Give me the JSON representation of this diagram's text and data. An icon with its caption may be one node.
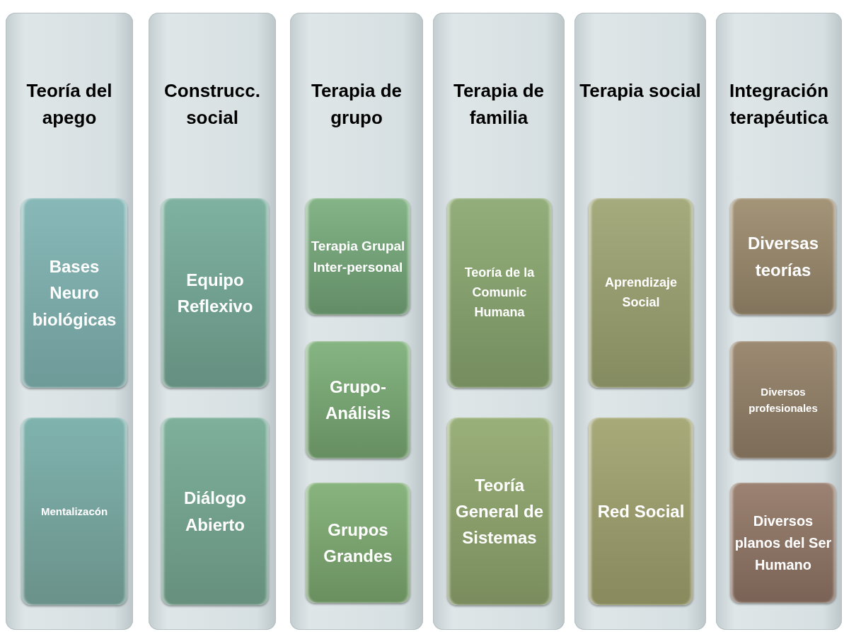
{
  "diagram": {
    "nodes": [
      {
        "text": [
          "Teoría del apego"
        ]
      },
      {
        "text": [
          "Bases Neuro biológicas"
        ],
        "in": 0
      },
      {
        "text": [
          "Mentalizacón"
        ],
        "in": 0
      },
      {
        "text": [
          "Construcc. social"
        ]
      },
      {
        "text": [
          "Equipo Reflexivo"
        ],
        "in": 3
      },
      {
        "text": [
          "Diálogo Abierto"
        ],
        "in": 3
      },
      {
        "text": [
          "Terapia de grupo"
        ]
      },
      {
        "text": [
          "Terapia Grupal Inter-personal"
        ],
        "in": 6
      },
      {
        "text": [
          "Grupo-Análisis"
        ],
        "in": 6
      },
      {
        "text": [
          "Grupos Grandes"
        ],
        "in": 6
      },
      {
        "text": [
          "Terapia de familia"
        ]
      },
      {
        "text": [
          "Teoría de la Comunic Humana"
        ],
        "in": 10
      },
      {
        "text": [
          "Teoría General de Sistemas"
        ],
        "in": 10
      },
      {
        "text": [
          "Terapia social"
        ]
      },
      {
        "text": [
          "Aprendizaje Social"
        ],
        "in": 13
      },
      {
        "text": [
          "Red Social"
        ],
        "in": 13
      },
      {
        "text": [
          "Integración terapéutica"
        ]
      },
      {
        "text": [
          "Diversas teorías"
        ],
        "in": 16
      },
      {
        "text": [
          "Diversos profesionales"
        ],
        "in": 16
      },
      {
        "text": [
          "Diversos planos del Ser Humano"
        ],
        "in": 16
      }
    ]
  }
}
